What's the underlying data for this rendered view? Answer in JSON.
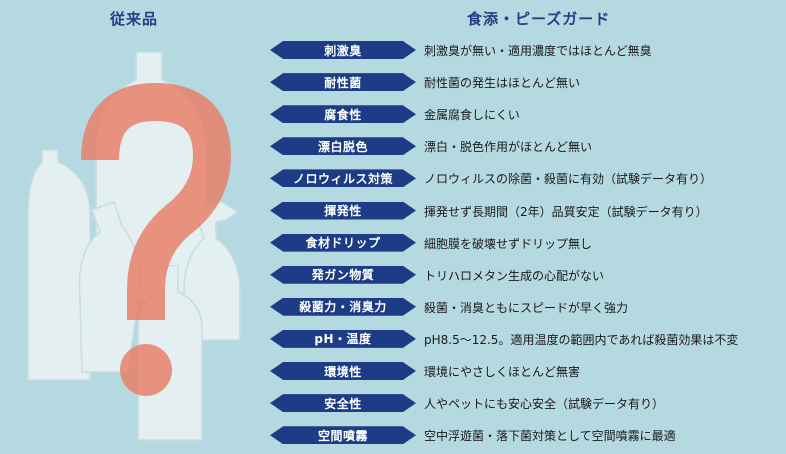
{
  "headings": {
    "left": "従来品",
    "right": "食添・ピーズガード"
  },
  "colors": {
    "background": "#b5d9e0",
    "arrow": "#1d3c86",
    "heading": "#233f87",
    "question_mark": "#e8806a"
  },
  "rows": [
    {
      "label": "刺激臭",
      "desc": "刺激臭が無い・適用濃度ではほとんど無臭"
    },
    {
      "label": "耐性菌",
      "desc": "耐性菌の発生はほとんど無い"
    },
    {
      "label": "腐食性",
      "desc": "金属腐食しにくい"
    },
    {
      "label": "漂白脱色",
      "desc": "漂白・脱色作用がほとんど無い"
    },
    {
      "label": "ノロウィルス対策",
      "desc": "ノロウィルスの除菌・殺菌に有効（試験データ有り）"
    },
    {
      "label": "揮発性",
      "desc": "揮発せず長期間（2年）品質安定（試験データ有り）"
    },
    {
      "label": "食材ドリップ",
      "desc": "細胞膜を破壊せずドリップ無し"
    },
    {
      "label": "発ガン物質",
      "desc": "トリハロメタン生成の心配がない"
    },
    {
      "label": "殺菌力・消臭力",
      "desc": "殺菌・消臭ともにスピードが早く強力"
    },
    {
      "label": "pH・温度",
      "desc": "pH8.5～12.5。適用温度の範囲内であれば殺菌効果は不変"
    },
    {
      "label": "環境性",
      "desc": "環境にやさしくほとんど無害"
    },
    {
      "label": "安全性",
      "desc": "人やペットにも安心安全（試験データ有り）"
    },
    {
      "label": "空間噴霧",
      "desc": "空中浮遊菌・落下菌対策として空間噴霧に最適"
    }
  ]
}
